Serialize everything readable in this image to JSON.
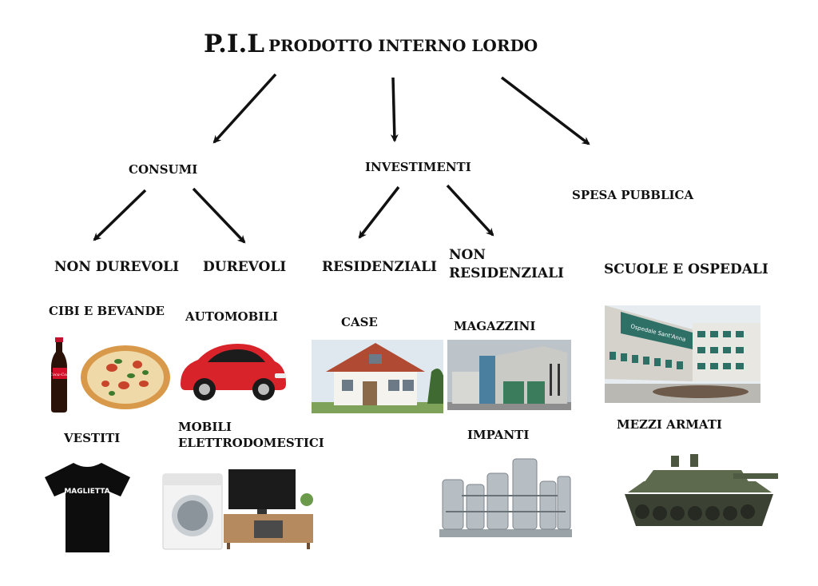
{
  "title": {
    "abbr": "P.I.L",
    "full": "PRODOTTO INTERNO LORDO"
  },
  "branches": {
    "consumi": "CONSUMI",
    "investimenti": "INVESTIMENTI",
    "spesa_pubblica": "SPESA PUBBLICA"
  },
  "categories": {
    "non_durevoli": "NON DUREVOLI",
    "durevoli": "DUREVOLI",
    "residenziali": "RESIDENZIALI",
    "non_residenziali_1": "NON",
    "non_residenziali_2": "RESIDENZIALI",
    "scuole_ospedali": "SCUOLE E OSPEDALI"
  },
  "items": {
    "cibi_bevande": "CIBI E BEVANDE",
    "automobili": "AUTOMOBILI",
    "case": "CASE",
    "magazzini": "MAGAZZINI",
    "vestiti": "VESTITI",
    "mobili_1": "MOBILI",
    "mobili_2": "ELETTRODOMESTICI",
    "impanti": "IMPANTI",
    "mezzi_armati": "MEZZI ARMATI"
  },
  "image_text": {
    "tshirt": "MAGLIETTA",
    "hospital_sign": "Ospedale Sant'Anna",
    "cola": "Coca-Cola"
  },
  "colors": {
    "arrow": "#111111",
    "car": "#d8232a",
    "tank": "#5d6a4e",
    "hospital_glass": "#2e6f66"
  }
}
